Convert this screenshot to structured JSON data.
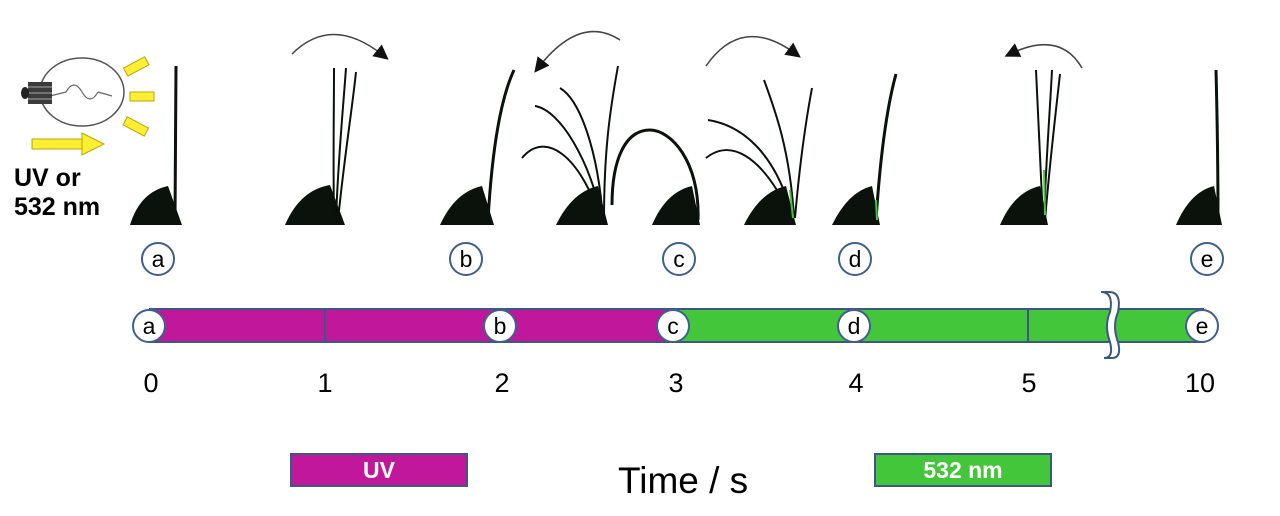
{
  "light_source": {
    "label_line1": "UV or",
    "label_line2": "532 nm",
    "icon": "light-bulb-icon",
    "ray_color": "#ffee33"
  },
  "colors": {
    "uv": "#c0179b",
    "green": "#44c63b",
    "outline": "#3a5785",
    "strip": "#0b110b"
  },
  "stage_labels": [
    "a",
    "b",
    "c",
    "d",
    "e"
  ],
  "timeline": {
    "ticks": [
      "0",
      "1",
      "2",
      "3",
      "4",
      "5",
      "10"
    ],
    "axis_title": "Time / s",
    "uv_interval": {
      "from": "0",
      "to": "3"
    },
    "green_interval": {
      "from": "3",
      "to": "10"
    },
    "break_between": [
      "5",
      "10"
    ],
    "markers": [
      {
        "label": "a",
        "time": "0"
      },
      {
        "label": "b",
        "time": "2"
      },
      {
        "label": "c",
        "time": "3"
      },
      {
        "label": "d",
        "time": "4"
      },
      {
        "label": "e",
        "time": "10"
      }
    ]
  },
  "legend": {
    "uv_label": "UV",
    "green_label": "532 nm"
  }
}
